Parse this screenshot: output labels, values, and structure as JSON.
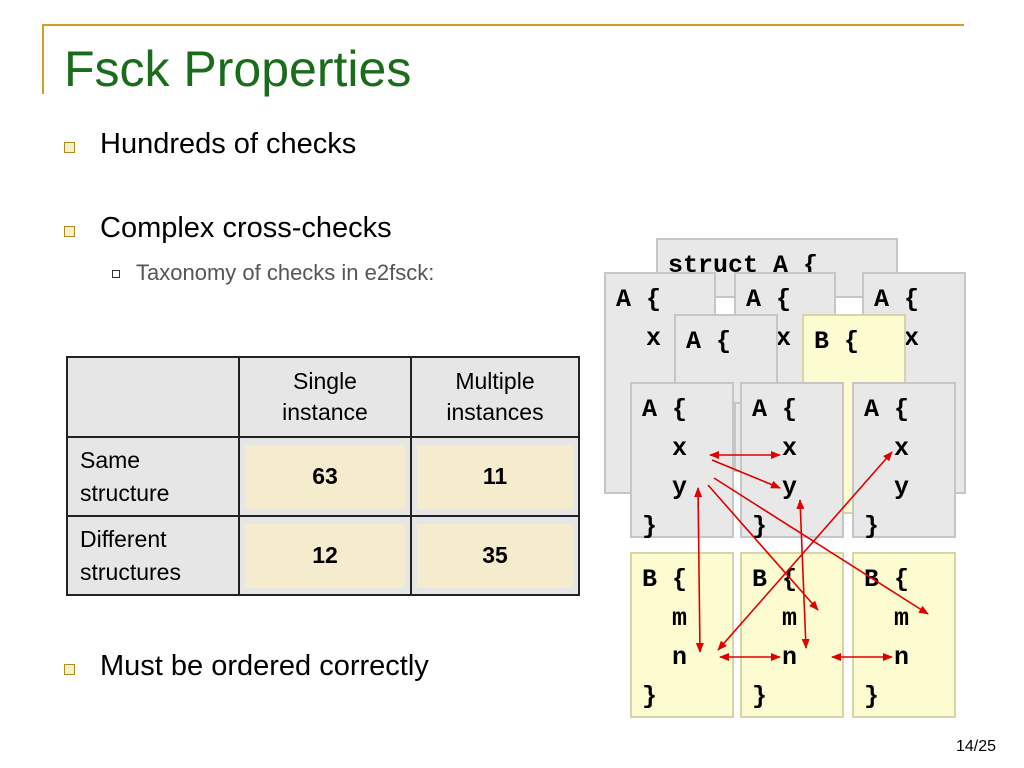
{
  "title": "Fsck Properties",
  "bullets": {
    "b1": "Hundreds of checks",
    "b2": "Complex cross-checks",
    "b2_sub": "Taxonomy of checks in e2fsck:",
    "b3": "Must be ordered correctly"
  },
  "table": {
    "col_single": "Single\ninstance",
    "col_multiple": "Multiple\ninstances",
    "row_same": "Same\nstructure",
    "row_different": "Different\nstructures",
    "same_single": "63",
    "same_multiple": "11",
    "diff_single": "12",
    "diff_multiple": "35"
  },
  "diagram": {
    "back_struct": "struct A {",
    "back_a": "A {",
    "back_x": "x",
    "back_fragment": "}",
    "mid_a": "A {",
    "mid_b": "B {",
    "struct_a": "A {\n  x\n  y\n}",
    "struct_b": "B {\n  m\n  n\n}"
  },
  "page_number": "14/25"
}
